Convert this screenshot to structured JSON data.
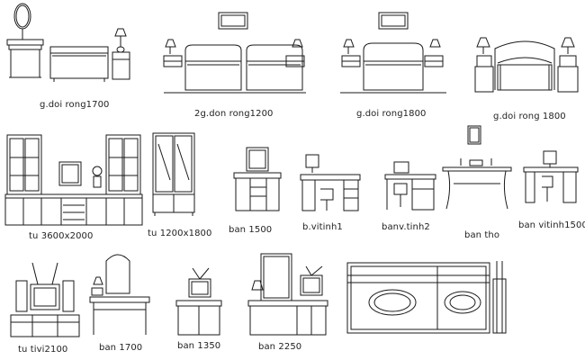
{
  "labels": {
    "bed_double_1700": "g.doi rong1700",
    "bed_twin_1200": "2g.don rong1200",
    "bed_double_1800": "g.doi rong1800",
    "bed_double_1800_b": "g.doi rong 1800",
    "wardrobe_3600": "tu  3600x2000",
    "wardrobe_1200": "tu  1200x1800",
    "desk_1500": "ban  1500",
    "computer_desk": "b.vitinh1",
    "computer_desk_2": "banv.tinh2",
    "altar_table": "ban  tho",
    "computer_desk_1500": "ban  vitinh1500",
    "tv_cabinet_2100": "tu  tivi2100",
    "desk_1700": "ban  1700",
    "desk_1350": "ban  1350",
    "desk_2250": "ban  2250"
  },
  "colors": {
    "line": "#1a1a1a",
    "background": "#ffffff"
  }
}
